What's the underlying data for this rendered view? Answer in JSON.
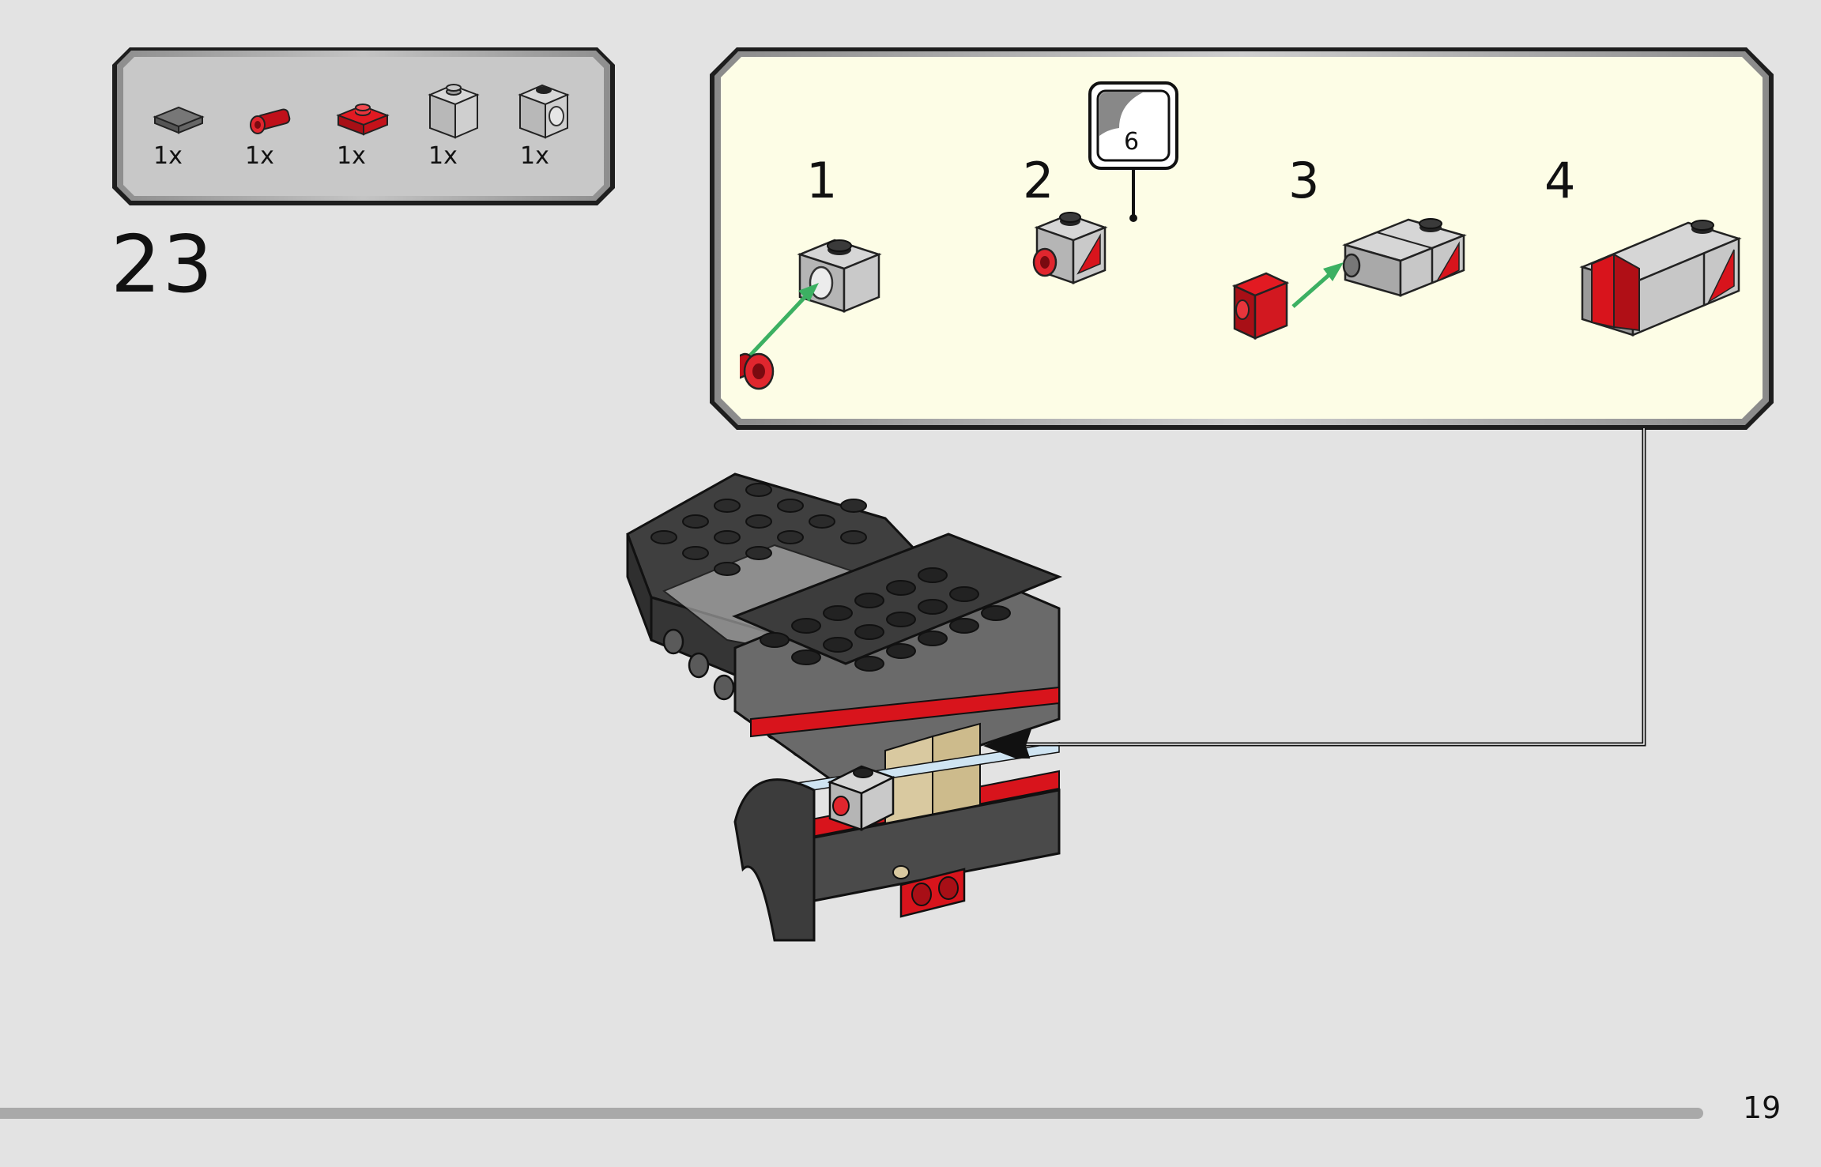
{
  "parts_list": {
    "items": [
      {
        "icon": "dark-gray-tile-icon",
        "qty": "1x"
      },
      {
        "icon": "red-pin-icon",
        "qty": "1x"
      },
      {
        "icon": "red-plate-icon",
        "qty": "1x"
      },
      {
        "icon": "gray-brick-icon",
        "qty": "1x"
      },
      {
        "icon": "gray-technic-brick-icon",
        "qty": "1x"
      }
    ]
  },
  "step": {
    "number": "23"
  },
  "callout": {
    "substeps": [
      "1",
      "2",
      "3",
      "4"
    ],
    "sticker_number": "6"
  },
  "page": {
    "number": "19"
  },
  "colors": {
    "background": "#e3e3e3",
    "callout_fill": "#fdfde6",
    "brick_red": "#d8141c",
    "brick_gray": "#b3b3b3",
    "brick_dark": "#4a4a4a",
    "arrow_green": "#3cb062"
  }
}
